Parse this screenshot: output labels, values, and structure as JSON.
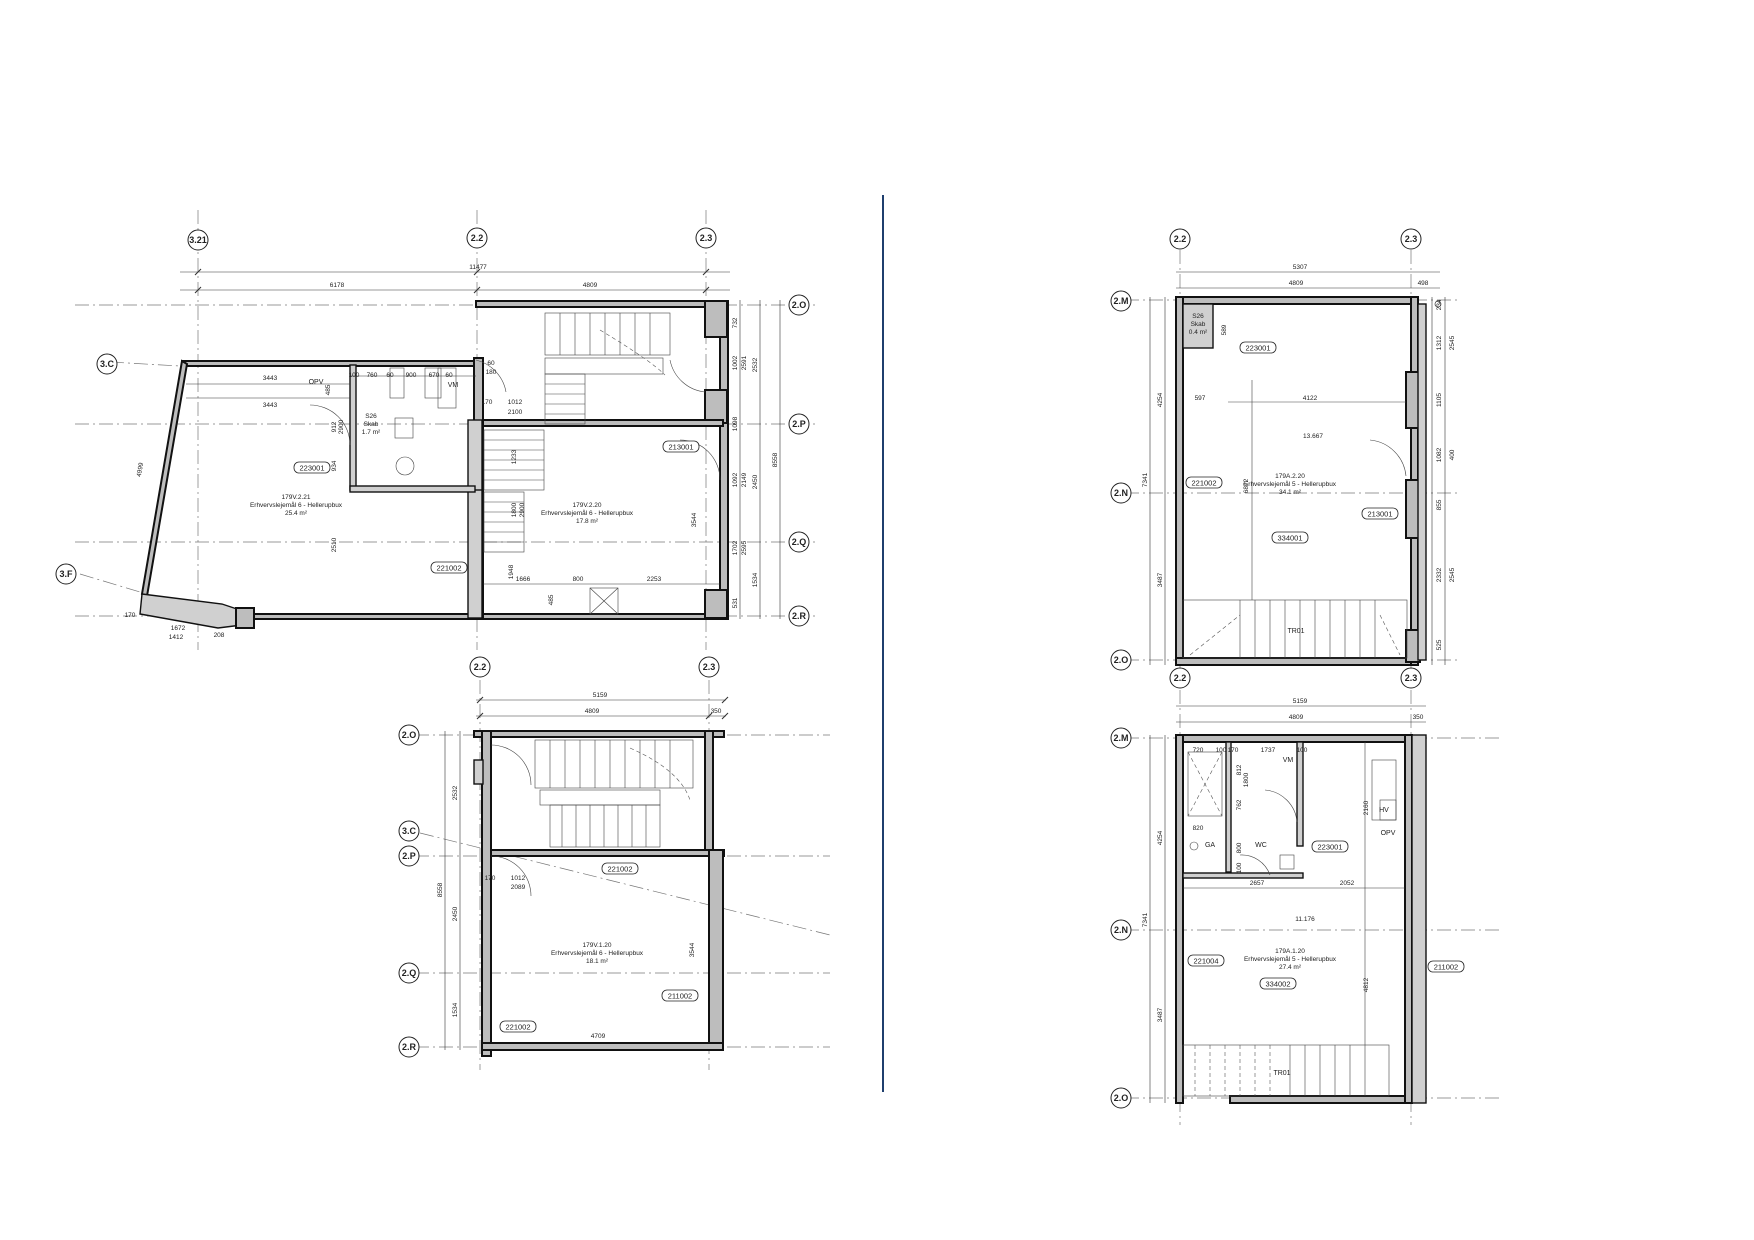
{
  "colors": {
    "divider": "#1f3f6e",
    "wall": "#bdbdbd",
    "line": "#111111"
  },
  "plan_tl": {
    "grids": {
      "g321": "3.21",
      "g22": "2.2",
      "g23": "2.3",
      "g2O": "2.O",
      "g2P": "2.P",
      "g2Q": "2.Q",
      "g2R": "2.R",
      "g3C": "3.C",
      "g3F": "3.F"
    },
    "dims": {
      "total": "11477",
      "left": "6178",
      "right": "4809",
      "d3443a": "3443",
      "d3443b": "3443",
      "d100": "100",
      "d760": "760",
      "d60": "60",
      "d900": "900",
      "d670": "670",
      "d60b": "60",
      "d180": "180",
      "d170": "170",
      "d1012": "1012",
      "d2100": "2100",
      "d732": "732",
      "d2591": "2591",
      "d1002": "1002",
      "d1098": "1098",
      "d2532": "2532",
      "d1092": "1092",
      "d2149": "2149",
      "d2450": "2450",
      "d8558": "8558",
      "d1702": "1702",
      "d2595": "2595",
      "d1534": "1534",
      "d531": "531",
      "d1666": "1666",
      "d800": "800",
      "d2253": "2253",
      "d2510": "2510",
      "d3544": "3544",
      "d1233": "1233",
      "d1800": "1800",
      "d2900": "2900",
      "d1948": "1948",
      "d4999": "4999",
      "d2900b": "2900",
      "d912": "912",
      "d934": "934",
      "d1672": "1672",
      "d1412": "1412",
      "d170b": "170",
      "d208": "208",
      "d485": "485"
    },
    "labels": {
      "opv": "OPV",
      "vm": "VM"
    },
    "room_skab": {
      "code": "S26",
      "name": "Skab",
      "area": "1.7 m²"
    },
    "room_221": {
      "code": "179V.2.21",
      "name": "Erhvervslejemål 6 - Hellerupbux",
      "area": "25.4 m²"
    },
    "room_220": {
      "code": "179V.2.20",
      "name": "Erhvervslejemål 6 - Hellerupbux",
      "area": "17.8 m²"
    },
    "tags": {
      "t1": "223001",
      "t2": "213001",
      "t3": "221002"
    }
  },
  "plan_bl": {
    "grids": {
      "g22": "2.2",
      "g23": "2.3",
      "g2O": "2.O",
      "g3C": "3.C",
      "g2P": "2.P",
      "g2Q": "2.Q",
      "g2R": "2.R"
    },
    "dims": {
      "total": "5159",
      "inner": "4809",
      "d350": "350",
      "d2532": "2532",
      "d8558": "8558",
      "d2450": "2450",
      "d1534": "1534",
      "d170": "170",
      "d1012": "1012",
      "d2089": "2089",
      "d4709": "4709",
      "d3544": "3544"
    },
    "room": {
      "code": "179V.1.20",
      "name": "Erhvervslejemål 6 - Hellerupbux",
      "area": "18.1 m²"
    },
    "tags": {
      "t1": "221002",
      "t2": "211002",
      "t3": "221002"
    }
  },
  "plan_tr": {
    "grids": {
      "g22": "2.2",
      "g23": "2.3",
      "g2M": "2.M",
      "g2N": "2.N",
      "g2O": "2.O"
    },
    "dims": {
      "total": "5307",
      "inner": "4809",
      "d498": "498",
      "d4254": "4254",
      "d7341": "7341",
      "d3487": "3487",
      "d597": "597",
      "d4122": "4122",
      "d6872": "6872",
      "d589": "589",
      "d234": "234",
      "d1312": "1312",
      "d2545": "2545",
      "d1105": "1105",
      "d1082": "1082",
      "d400": "400",
      "d855": "855",
      "d2332": "2332",
      "d2545b": "2545",
      "d525": "525",
      "elev": "13.667"
    },
    "room_skab": {
      "code": "S26",
      "name": "Skab",
      "area": "0.4 m²"
    },
    "room": {
      "code": "179A.2.20",
      "name": "Erhvervslejemål 5 - Hellerupbux",
      "area": "34.1 m²"
    },
    "tags": {
      "t1": "223001",
      "t2": "221002",
      "t3": "213001",
      "t4": "334001"
    },
    "stair": "TR01"
  },
  "plan_br": {
    "grids": {
      "g22": "2.2",
      "g23": "2.3",
      "g2M": "2.M",
      "g2N": "2.N",
      "g2O": "2.O"
    },
    "dims": {
      "total": "5159",
      "inner": "4809",
      "d350": "350",
      "d720": "720",
      "d100": "100",
      "d170": "170",
      "d1737": "1737",
      "d100b": "100",
      "d4254": "4254",
      "d7341": "7341",
      "d3487": "3487",
      "d812": "812",
      "d1800": "1800",
      "d762": "762",
      "d820": "820",
      "d800": "800",
      "d100c": "100",
      "d2657": "2657",
      "d2052": "2052",
      "d2160": "2160",
      "d4812": "4812",
      "elev": "11.176"
    },
    "labels": {
      "vm": "VM",
      "hv": "HV",
      "opv": "OPV",
      "ga": "GA",
      "wc": "WC"
    },
    "room": {
      "code": "179A.1.20",
      "name": "Erhvervslejemål 5 - Hellerupbux",
      "area": "27.4 m²"
    },
    "tags": {
      "t1": "223001",
      "t2": "221004",
      "t3": "334002",
      "t4": "211002"
    },
    "stair": "TR01"
  }
}
